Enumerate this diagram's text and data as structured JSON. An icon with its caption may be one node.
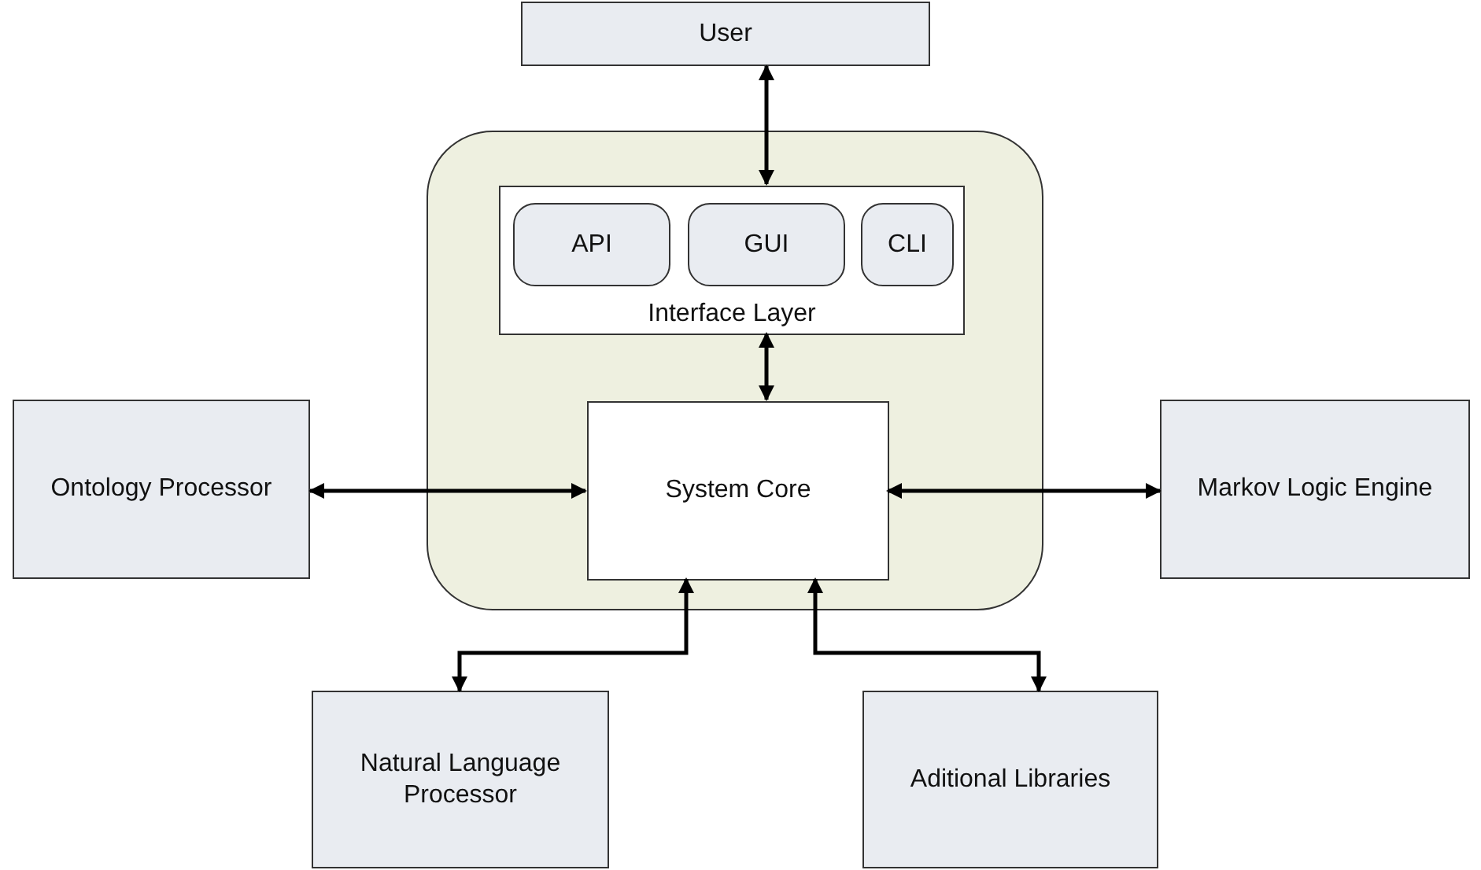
{
  "diagram": {
    "nodes": [
      {
        "text": [
          "User"
        ]
      },
      {
        "text": [],
        "shape": "box"
      },
      {
        "text": [
          "Interface Layer"
        ],
        "in": 1
      },
      {
        "text": [
          "API"
        ],
        "in": 2
      },
      {
        "text": [
          "GUI"
        ],
        "in": 2
      },
      {
        "text": [
          "CLI"
        ],
        "in": 2
      },
      {
        "text": [
          "Ontology Processor"
        ]
      },
      {
        "text": [
          "System Core"
        ],
        "in": 1
      },
      {
        "text": [
          "Markov Logic Engine"
        ]
      },
      {
        "text": [
          "Natural Language Processor"
        ]
      },
      {
        "text": [
          "Aditional Libraries"
        ]
      }
    ],
    "edges": [
      {
        "from": 0,
        "to": 2,
        "arrow": "both"
      },
      {
        "from": 2,
        "to": 7,
        "arrow": "both"
      },
      {
        "from": 6,
        "to": 7,
        "arrow": "both"
      },
      {
        "from": 7,
        "to": 8,
        "arrow": "both"
      },
      {
        "from": 7,
        "to": 9,
        "arrow": "both"
      },
      {
        "from": 7,
        "to": 10,
        "arrow": "both"
      }
    ]
  }
}
